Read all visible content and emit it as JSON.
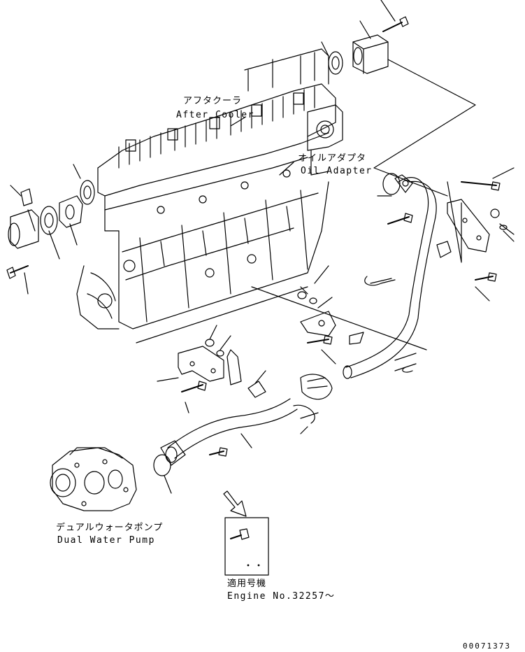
{
  "labels": {
    "after_cooler_jp": "アフタクーラ",
    "after_cooler_en": "After Cooler",
    "oil_adapter_jp": "オイルアダプタ",
    "oil_adapter_en": "Oil Adapter",
    "dual_water_pump_jp": "デュアルウォータポンプ",
    "dual_water_pump_en": "Dual Water Pump",
    "applicable_serial_jp": "適用号機",
    "engine_no_en": "Engine No.32257～",
    "drawing_code": "00071373"
  }
}
